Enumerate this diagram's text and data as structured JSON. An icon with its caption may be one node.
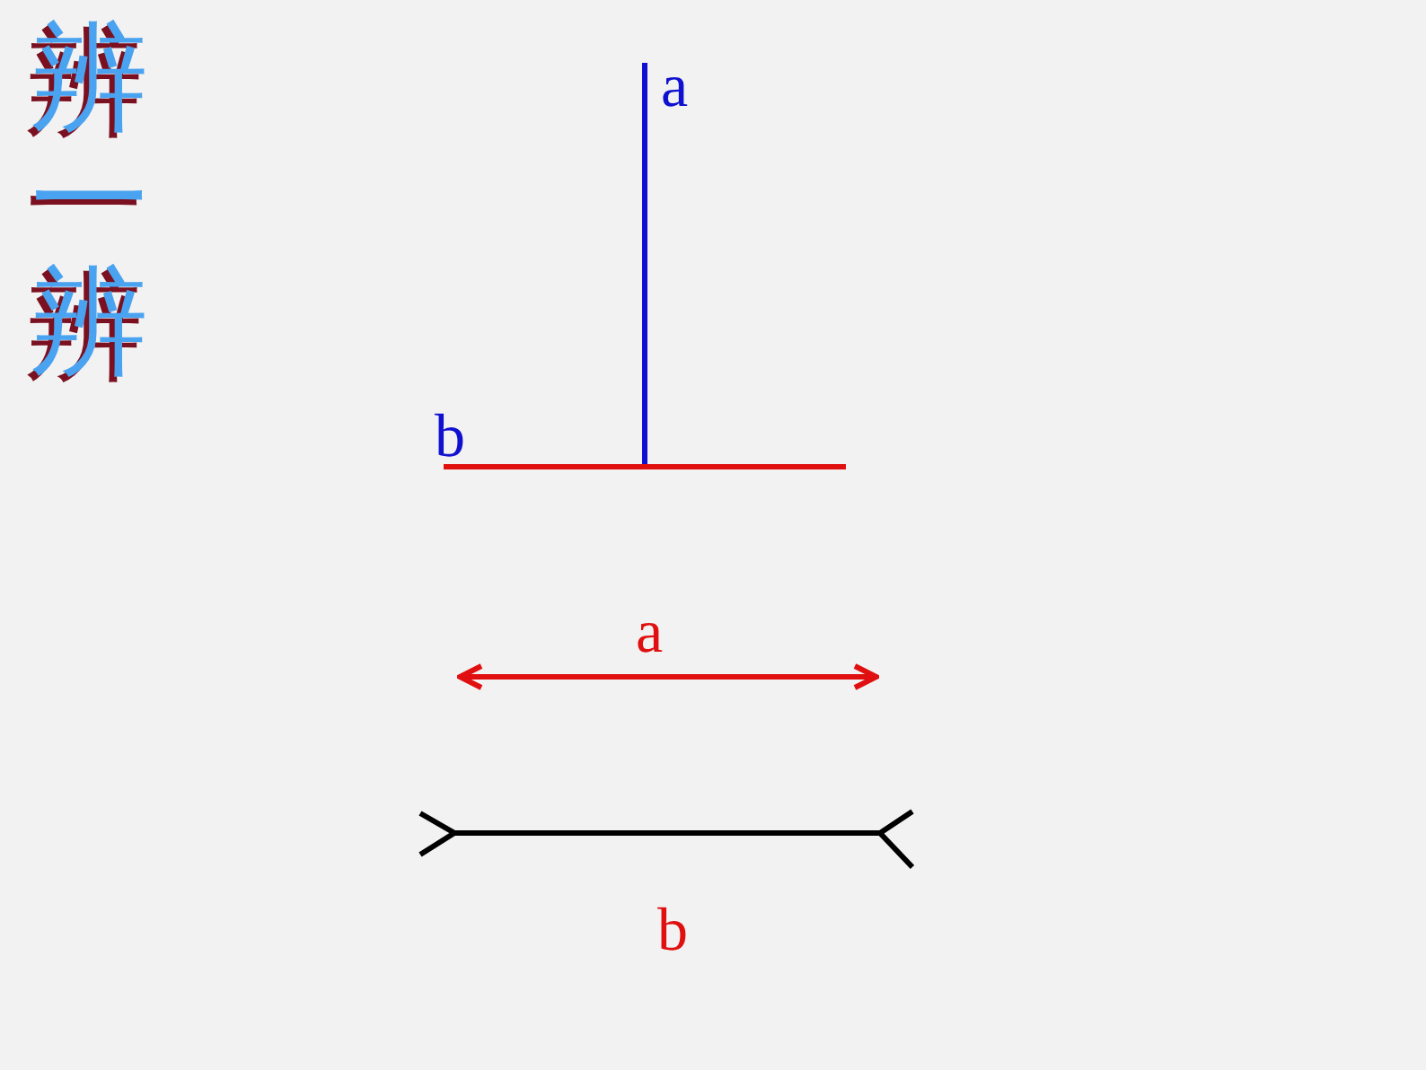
{
  "diagram": {
    "title": "辨一辨",
    "labels": [
      "a",
      "b",
      "a",
      "b"
    ]
  }
}
